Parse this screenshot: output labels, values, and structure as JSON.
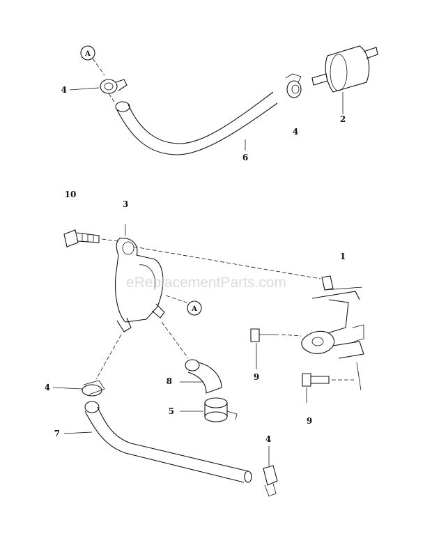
{
  "watermark": "eReplacementParts.com",
  "callouts": {
    "a_top": "A",
    "a_mid": "A"
  },
  "labels": {
    "l1": "1",
    "l2": "2",
    "l3": "3",
    "l4_top_left": "4",
    "l4_top_mid": "4",
    "l4_bot_left": "4",
    "l4_bot_right": "4",
    "l5": "5",
    "l6": "6",
    "l7": "7",
    "l8": "8",
    "l9_left": "9",
    "l9_right": "9",
    "l10": "10"
  }
}
